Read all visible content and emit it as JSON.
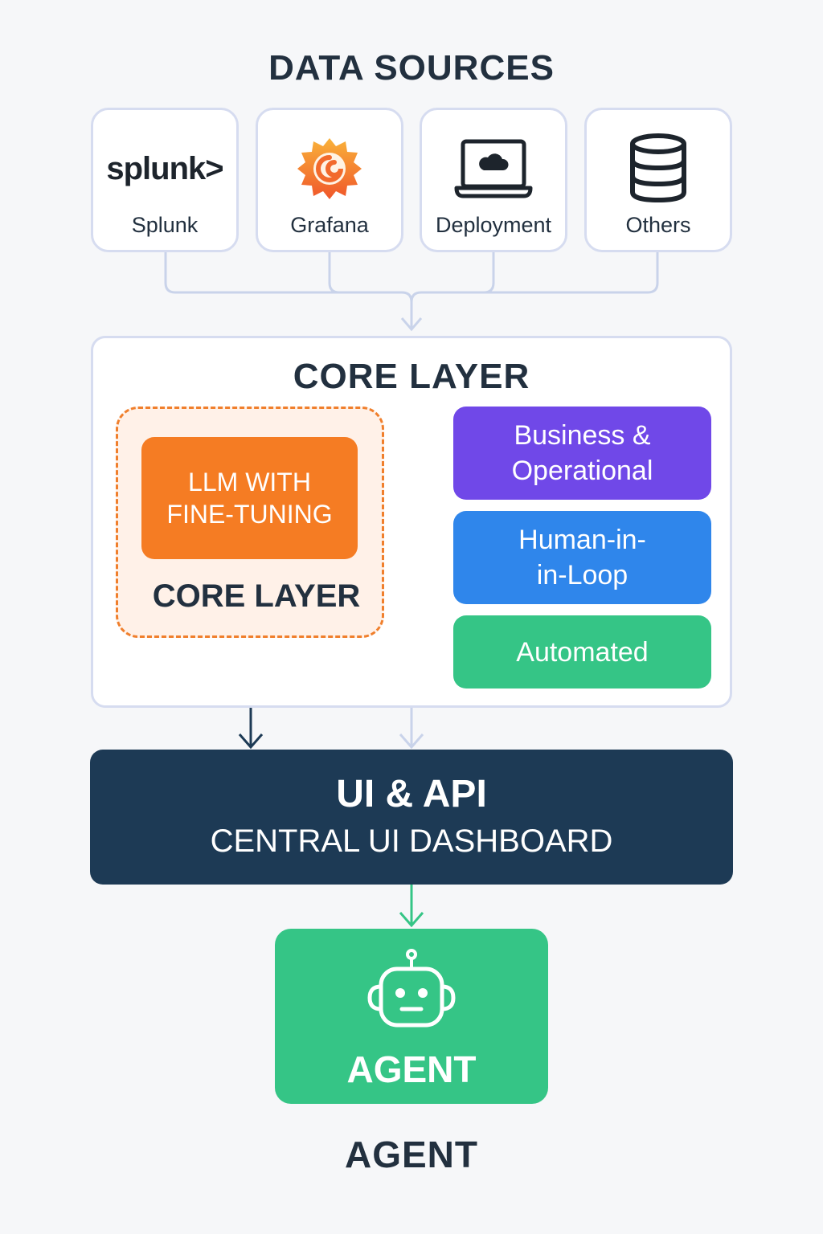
{
  "data_sources": {
    "title": "DATA SOURCES",
    "items": [
      {
        "label": "Splunk",
        "logo_text": "splunk>",
        "icon": "splunk-logo"
      },
      {
        "label": "Grafana",
        "icon": "grafana-icon"
      },
      {
        "label": "Deployment",
        "icon": "laptop-cloud-icon"
      },
      {
        "label": "Others",
        "icon": "database-icon"
      }
    ]
  },
  "core_layer": {
    "title": "CORE LAYER",
    "llm": {
      "line1": "LLM WITH",
      "line2": "FINE-TUNING"
    },
    "inner_label": "CORE LAYER",
    "modes": [
      {
        "line1": "Business &",
        "line2": "Operational",
        "color": "#7048e8"
      },
      {
        "line1": "Human-in-",
        "line2": "in-Loop",
        "color": "#2f86eb"
      },
      {
        "line1": "Automated",
        "line2": "",
        "color": "#35c586"
      }
    ]
  },
  "ui_api": {
    "title": "UI & API",
    "subtitle": "CENTRAL UI DASHBOARD",
    "color": "#1d3a55"
  },
  "agent": {
    "box_label": "AGENT",
    "caption": "AGENT",
    "icon": "robot-icon",
    "color": "#35c586"
  },
  "colors": {
    "llm": "#f57c23",
    "connector": "#c9d3ea",
    "blue_arrow": "#2f86eb",
    "green_arrow": "#35c586"
  }
}
